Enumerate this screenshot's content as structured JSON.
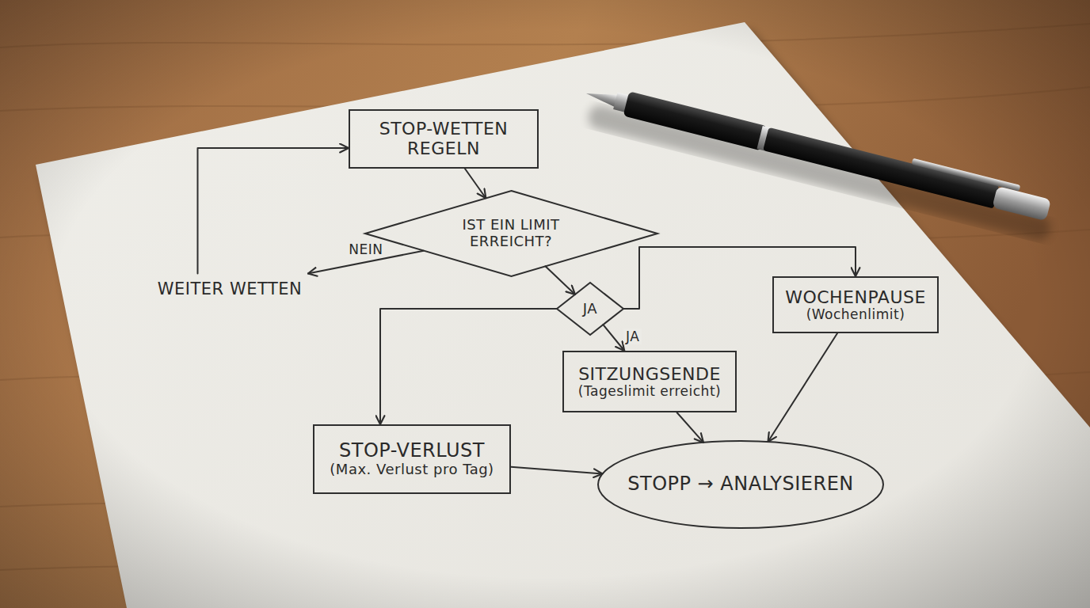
{
  "diagram": {
    "nodes": [
      {
        "text": [
          "STOP-WETTEN REGELN"
        ]
      },
      {
        "text": [
          "IST EIN LIMIT ERREICHT?"
        ]
      },
      {
        "text": [
          "WEITER WETTEN"
        ]
      },
      {
        "text": [
          "JA"
        ]
      },
      {
        "text": [
          "STOP-VERLUST",
          "(Max. Verlust pro Tag)"
        ]
      },
      {
        "text": [
          "SITZUNGSENDE",
          "(Tageslimit erreicht)"
        ]
      },
      {
        "text": [
          "WOCHENPAUSE",
          "(Wochenlimit)"
        ]
      },
      {
        "text": [
          "STOPP → ANALYSIEREN"
        ]
      }
    ],
    "edges": [
      {
        "from": 0,
        "to": 1,
        "arrow": "to"
      },
      {
        "from": 1,
        "to": 2,
        "label": "NEIN",
        "arrow": "to"
      },
      {
        "from": 2,
        "to": 0,
        "arrow": "to"
      },
      {
        "from": 1,
        "to": 3,
        "arrow": "to"
      },
      {
        "from": 3,
        "to": 4,
        "arrow": "to"
      },
      {
        "from": 3,
        "to": 5,
        "label": "JA",
        "arrow": "to"
      },
      {
        "from": 3,
        "to": 6,
        "arrow": "to"
      },
      {
        "from": 4,
        "to": 7,
        "arrow": "to"
      },
      {
        "from": 5,
        "to": 7,
        "arrow": "to"
      },
      {
        "from": 6,
        "to": 7,
        "arrow": "to"
      }
    ]
  }
}
